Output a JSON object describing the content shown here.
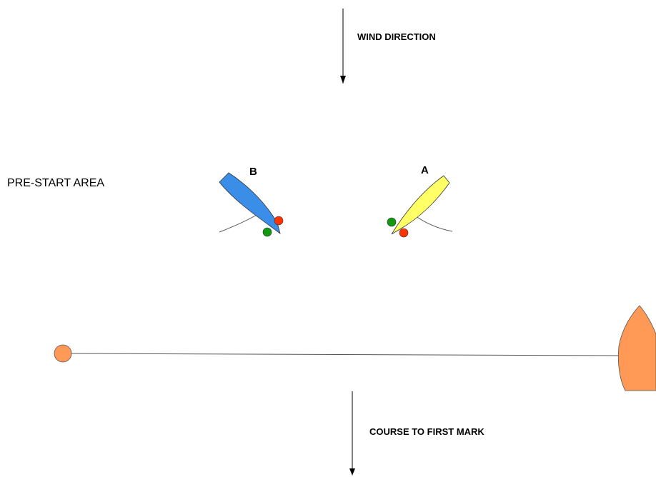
{
  "labels": {
    "wind_direction": "WIND DIRECTION",
    "pre_start_area": "PRE-START AREA",
    "course_to_first_mark": "COURSE TO FIRST MARK"
  },
  "boats": {
    "a": {
      "label": "A",
      "hull_color": "#ffff66"
    },
    "b": {
      "label": "B",
      "hull_color": "#3a8ee8"
    }
  },
  "colors": {
    "port_light": "#ff3300",
    "starboard_light": "#119911",
    "mark": "#ff9955",
    "committee_boat": "#ff9955",
    "line": "#555555"
  }
}
